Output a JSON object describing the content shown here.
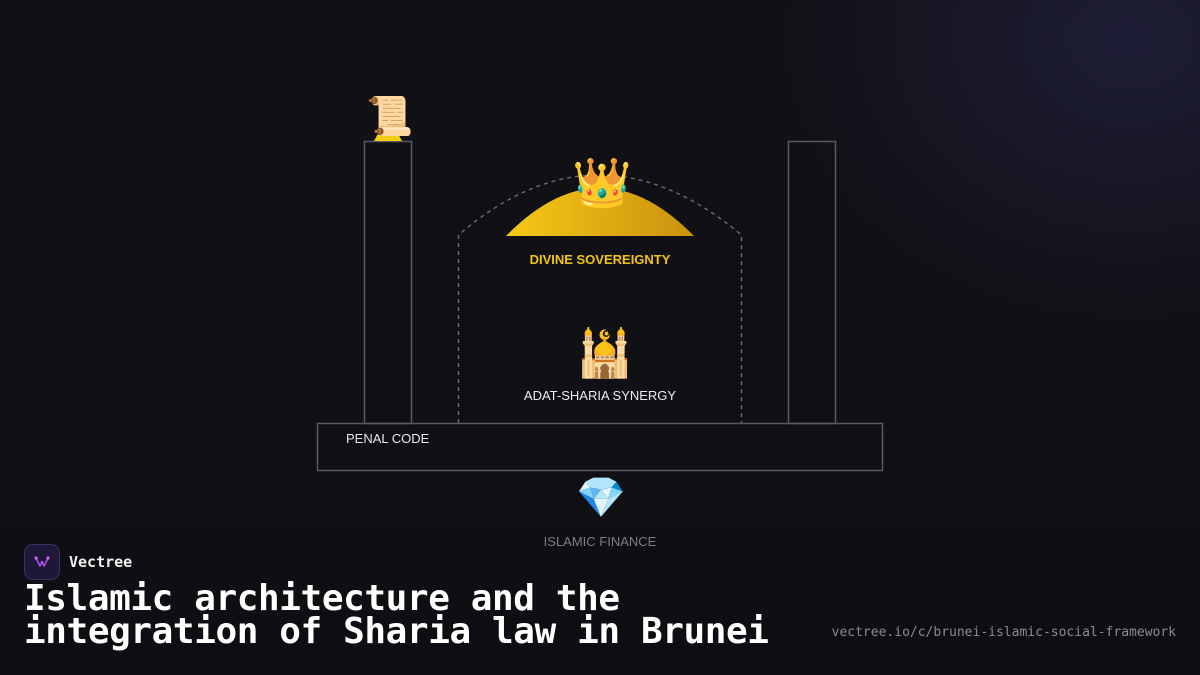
{
  "diagram": {
    "labels": {
      "penal_code": "PENAL CODE",
      "divine_sovereignty": "DIVINE SOVEREIGNTY",
      "adat_sharia": "ADAT-SHARIA SYNERGY",
      "islamic_finance": "ISLAMIC FINANCE"
    },
    "icons": {
      "scroll": "📜",
      "crown": "👑",
      "mosque": "🕌",
      "gem": "💎"
    },
    "colors": {
      "gold": "#f2c417",
      "outline": "#5a5a62",
      "background": "#111015"
    }
  },
  "brand": {
    "name": "Vectree",
    "logo_icon": "vectree-logo-icon"
  },
  "title": {
    "line1": "Islamic architecture and the",
    "line2": "integration of Sharia law in Brunei"
  },
  "url": "vectree.io/c/brunei-islamic-social-framework"
}
